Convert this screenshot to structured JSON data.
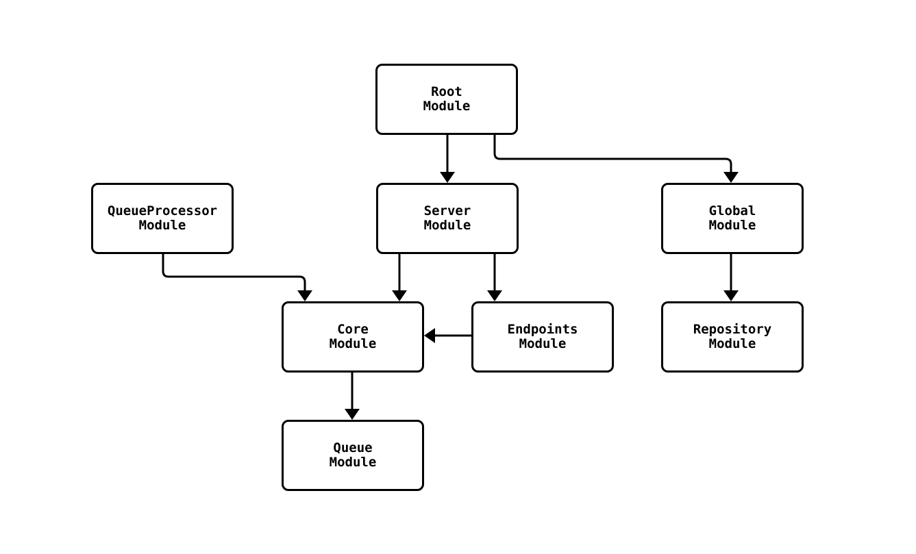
{
  "diagram": {
    "type": "module-dependency-flowchart",
    "colors": {
      "background": "#ffffff",
      "node_fill": "#ffffff",
      "node_border": "#000000",
      "edge_stroke": "#000000",
      "text": "#000000"
    },
    "nodes": [
      {
        "id": "root-module",
        "lines": [
          "Root",
          "Module"
        ]
      },
      {
        "id": "server-module",
        "lines": [
          "Server",
          "Module"
        ]
      },
      {
        "id": "global-module",
        "lines": [
          "Global",
          "Module"
        ]
      },
      {
        "id": "queueprocessor-module",
        "lines": [
          "QueueProcessor",
          "Module"
        ]
      },
      {
        "id": "core-module",
        "lines": [
          "Core",
          "Module"
        ]
      },
      {
        "id": "endpoints-module",
        "lines": [
          "Endpoints",
          "Module"
        ]
      },
      {
        "id": "repository-module",
        "lines": [
          "Repository",
          "Module"
        ]
      },
      {
        "id": "queue-module",
        "lines": [
          "Queue",
          "Module"
        ]
      }
    ],
    "edges": [
      {
        "from": "root-module",
        "to": "server-module"
      },
      {
        "from": "root-module",
        "to": "global-module"
      },
      {
        "from": "queueprocessor-module",
        "to": "core-module"
      },
      {
        "from": "server-module",
        "to": "core-module"
      },
      {
        "from": "server-module",
        "to": "endpoints-module"
      },
      {
        "from": "endpoints-module",
        "to": "core-module"
      },
      {
        "from": "global-module",
        "to": "repository-module"
      },
      {
        "from": "core-module",
        "to": "queue-module"
      }
    ]
  }
}
